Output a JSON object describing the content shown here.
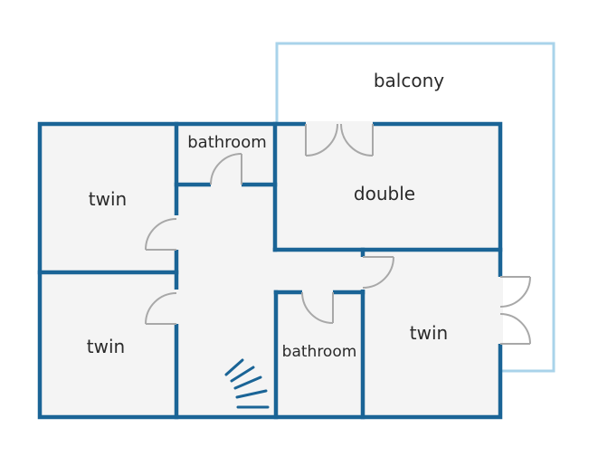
{
  "plan": {
    "colors": {
      "wall": "#1a6496",
      "balcony_outline": "#a9d3ea",
      "floor": "#f4f4f4",
      "door": "#a8a8a8",
      "label": "#2a2a2a"
    },
    "rooms": {
      "balcony": "balcony",
      "bathroom_top": "bathroom",
      "twin_top_left": "twin",
      "double": "double",
      "twin_bottom_left": "twin",
      "bathroom_middle": "bathroom",
      "twin_right": "twin"
    }
  }
}
